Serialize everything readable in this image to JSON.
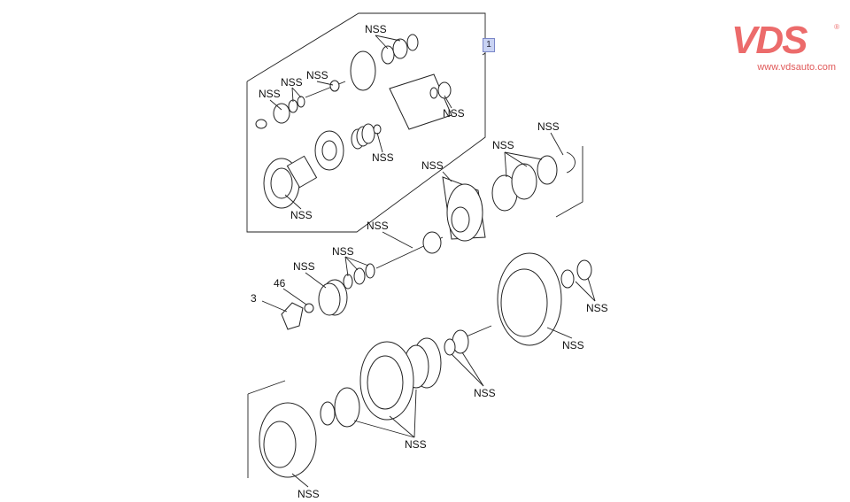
{
  "logo": {
    "brand": "VDS",
    "registered": "®",
    "url": "www.vdsauto.com",
    "color": "#ec6b6b"
  },
  "callout": {
    "label": "1"
  },
  "labels": {
    "part_3": "3",
    "part_46": "46",
    "nss": [
      "NSS",
      "NSS",
      "NSS",
      "NSS",
      "NSS",
      "NSS",
      "NSS",
      "NSS",
      "NSS",
      "NSS",
      "NSS",
      "NSS",
      "NSS",
      "NSS",
      "NSS",
      "NSS",
      "NSS",
      "NSS"
    ]
  }
}
